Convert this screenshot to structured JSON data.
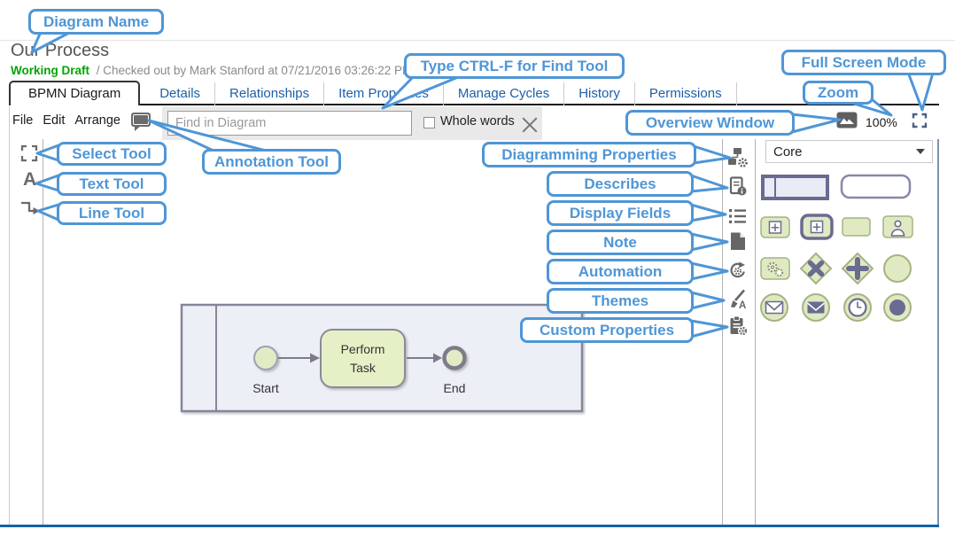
{
  "header": {
    "title": "Our Process",
    "status": "Working Draft",
    "status_detail": "/ Checked out by Mark Stanford at 07/21/2016 03:26:22 PM"
  },
  "tabs": [
    {
      "label": "BPMN Diagram",
      "active": true
    },
    {
      "label": "Details",
      "active": false
    },
    {
      "label": "Relationships",
      "active": false
    },
    {
      "label": "Item Properties",
      "active": false
    },
    {
      "label": "Manage Cycles",
      "active": false
    },
    {
      "label": "History",
      "active": false
    },
    {
      "label": "Permissions",
      "active": false
    }
  ],
  "toolbar": {
    "menus": [
      {
        "label": "File"
      },
      {
        "label": "Edit"
      },
      {
        "label": "Arrange"
      }
    ],
    "annotation_tool_icon": "speech-bubble",
    "find": {
      "placeholder": "Find in Diagram",
      "value": "",
      "whole_words_label": "Whole words",
      "whole_words_checked": false,
      "close_icon": "x"
    },
    "overview_icon": "picture-overview",
    "zoom_level": "100%",
    "fullscreen_icon": "corner-brackets"
  },
  "left_tools": [
    {
      "name": "select-tool",
      "icon": "corner-brackets"
    },
    {
      "name": "text-tool",
      "glyph": "A"
    },
    {
      "name": "line-tool",
      "icon": "elbow-arrow"
    }
  ],
  "right_tools": [
    {
      "name": "diagramming-properties",
      "icon": "flowchart-gear"
    },
    {
      "name": "describes",
      "icon": "document-info"
    },
    {
      "name": "display-fields",
      "icon": "bulleted-list"
    },
    {
      "name": "note",
      "icon": "page-folded-corner"
    },
    {
      "name": "automation",
      "icon": "circular-arrow-gear"
    },
    {
      "name": "themes",
      "icon": "paintbrush-a",
      "glyph": "A"
    },
    {
      "name": "custom-properties",
      "icon": "clipboard-gear"
    }
  ],
  "palette": {
    "group_selected": "Core",
    "shapes": [
      {
        "name": "pool"
      },
      {
        "name": "rounded-rectangle"
      },
      {
        "name": "collapsed-subprocess"
      },
      {
        "name": "expanded-subprocess"
      },
      {
        "name": "task"
      },
      {
        "name": "user-task"
      },
      {
        "name": "service-task"
      },
      {
        "name": "exclusive-gateway"
      },
      {
        "name": "parallel-gateway"
      },
      {
        "name": "start-event"
      },
      {
        "name": "message-start-event"
      },
      {
        "name": "message-throw-event"
      },
      {
        "name": "timer-event"
      },
      {
        "name": "end-event"
      }
    ]
  },
  "canvas": {
    "pool": {
      "type": "pool"
    },
    "nodes": [
      {
        "type": "start-event",
        "label": "Start"
      },
      {
        "type": "task",
        "label": "Perform Task"
      },
      {
        "type": "end-event",
        "label": "End"
      }
    ]
  },
  "callouts": [
    {
      "label": "Diagram Name"
    },
    {
      "label": "Type CTRL-F for Find Tool"
    },
    {
      "label": "Full Screen Mode"
    },
    {
      "label": "Zoom"
    },
    {
      "label": "Overview Window"
    },
    {
      "label": "Select Tool"
    },
    {
      "label": "Annotation Tool"
    },
    {
      "label": "Text Tool"
    },
    {
      "label": "Line Tool"
    },
    {
      "label": "Diagramming Properties"
    },
    {
      "label": "Describes"
    },
    {
      "label": "Display Fields"
    },
    {
      "label": "Note"
    },
    {
      "label": "Automation"
    },
    {
      "label": "Themes"
    },
    {
      "label": "Custom Properties"
    }
  ],
  "colors": {
    "callout_blue": "#4f96d6",
    "tab_link_blue": "#1d5fa8",
    "status_green": "#00a400",
    "palette_green_fill": "#dfe9c2",
    "palette_green_stroke": "#a6b283",
    "slate_purple": "#6a6b90",
    "pool_fill": "#edeff6",
    "bottom_bar_blue": "#1563a5",
    "icon_gray": "#666666"
  }
}
